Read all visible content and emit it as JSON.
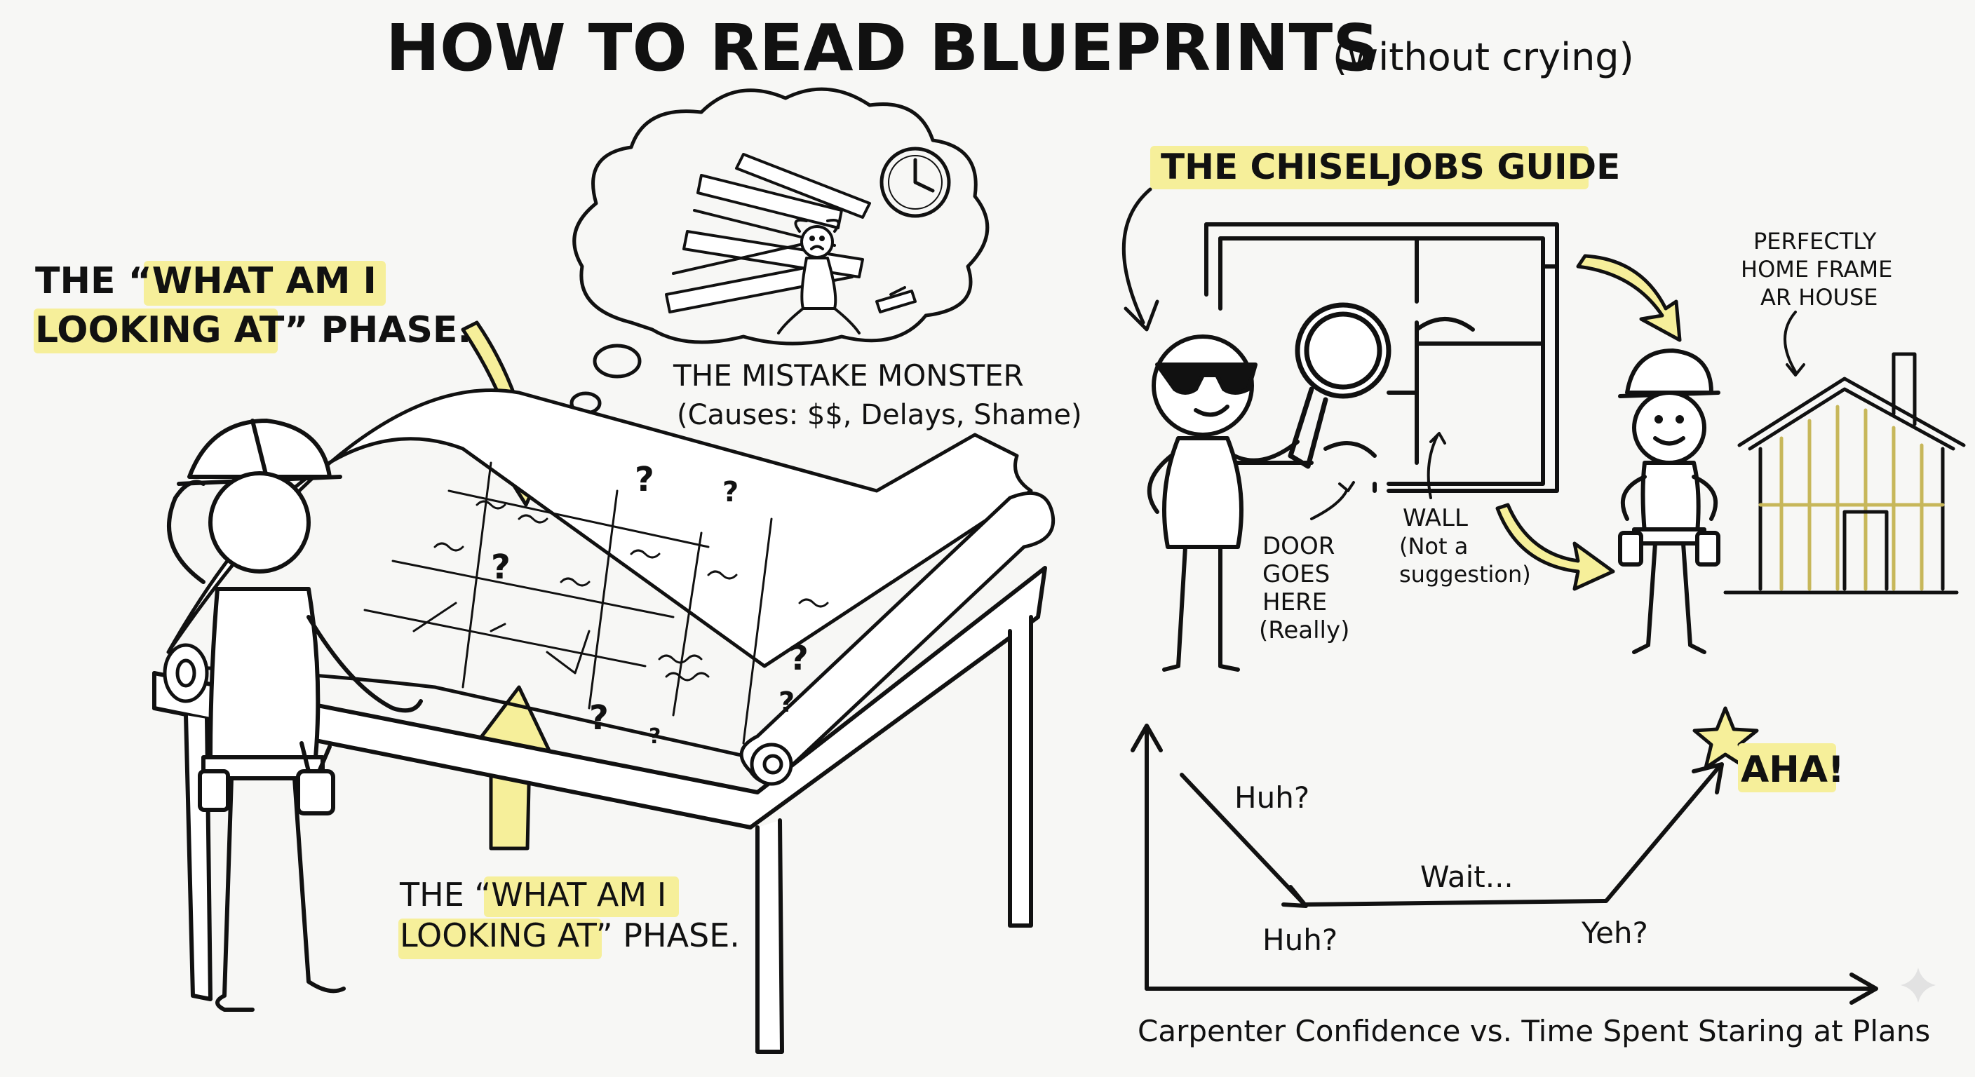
{
  "title": {
    "main": "HOW TO READ BLUEPRINTS",
    "sub": "(without crying)"
  },
  "left_callout_top": {
    "line1_pre": "THE “",
    "line1_hl": "WHAT AM I",
    "line2_hl": "LOOKING AT",
    "line2_post": "” PHASE."
  },
  "left_callout_bottom": {
    "line1_pre": "THE “",
    "line1_hl": "WHAT AM I",
    "line2_hl": "LOOKING AT",
    "line2_post": "” PHASE."
  },
  "thought_bubble": {
    "title": "THE MISTAKE MONSTER",
    "caption": "(Causes: $$, Delays, Shame)"
  },
  "guide": {
    "title": "THE CHISELJOBS GUIDE",
    "door_label": [
      "DOOR",
      "GOES",
      "HERE",
      "(Really)"
    ],
    "wall_label": [
      "WALL",
      "(Not a",
      "suggestion)"
    ],
    "house_label": [
      "PERFECTLY",
      "HOME FRAME",
      "AR HOUSE"
    ]
  },
  "graph": {
    "label_huh_top": "Huh?",
    "label_huh_bottom": "Huh?",
    "label_wait": "Wait...",
    "label_yeh": "Yeh?",
    "label_aha": "AHA!",
    "caption": "Carpenter Confidence vs. Time Spent Staring at Plans"
  },
  "blueprint_marks": [
    "?",
    "?",
    "?",
    "?",
    "?",
    "?",
    "?"
  ],
  "colors": {
    "highlight": "#f6ef9a",
    "ink": "#111111",
    "background": "#f7f7f5"
  }
}
